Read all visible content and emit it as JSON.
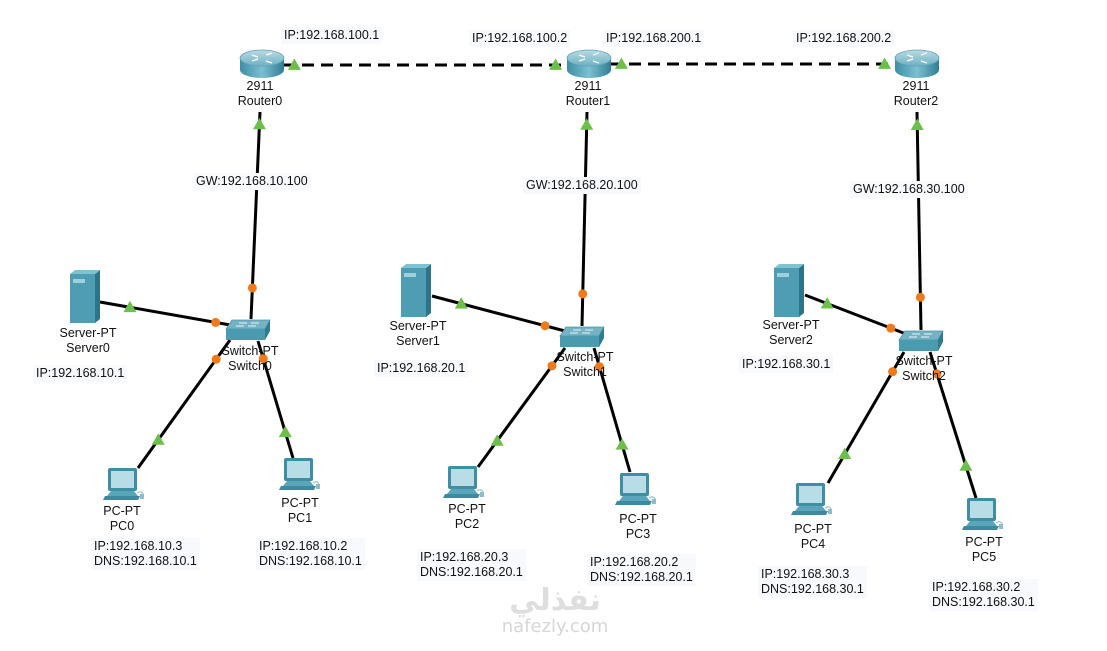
{
  "devices": {
    "routers": [
      {
        "id": "router0",
        "model": "2911",
        "name": "Router0"
      },
      {
        "id": "router1",
        "model": "2911",
        "name": "Router1"
      },
      {
        "id": "router2",
        "model": "2911",
        "name": "Router2"
      }
    ],
    "switches": [
      {
        "id": "switch0",
        "model": "Switch-PT",
        "name": "Switch0"
      },
      {
        "id": "switch1",
        "model": "Switch-PT",
        "name": "Switch1"
      },
      {
        "id": "switch2",
        "model": "Switch-PT",
        "name": "Switch2"
      }
    ],
    "servers": [
      {
        "id": "server0",
        "model": "Server-PT",
        "name": "Server0",
        "ip": "IP:192.168.10.1"
      },
      {
        "id": "server1",
        "model": "Server-PT",
        "name": "Server1",
        "ip": "IP:192.168.20.1"
      },
      {
        "id": "server2",
        "model": "Server-PT",
        "name": "Server2",
        "ip": "IP:192.168.30.1"
      }
    ],
    "pcs": [
      {
        "id": "pc0",
        "model": "PC-PT",
        "name": "PC0",
        "ip": "IP:192.168.10.3",
        "dns": "DNS:192.168.10.1"
      },
      {
        "id": "pc1",
        "model": "PC-PT",
        "name": "PC1",
        "ip": "IP:192.168.10.2",
        "dns": "DNS:192.168.10.1"
      },
      {
        "id": "pc2",
        "model": "PC-PT",
        "name": "PC2",
        "ip": "IP:192.168.20.3",
        "dns": "DNS:192.168.20.1"
      },
      {
        "id": "pc3",
        "model": "PC-PT",
        "name": "PC3",
        "ip": "IP:192.168.20.2",
        "dns": "DNS:192.168.20.1"
      },
      {
        "id": "pc4",
        "model": "PC-PT",
        "name": "PC4",
        "ip": "IP:192.168.30.3",
        "dns": "DNS:192.168.30.1"
      },
      {
        "id": "pc5",
        "model": "PC-PT",
        "name": "PC5",
        "ip": "IP:192.168.30.2",
        "dns": "DNS:192.168.30.1"
      }
    ]
  },
  "wan_labels": {
    "r0_r1_a": "IP:192.168.100.1",
    "r0_r1_b": "IP:192.168.100.2",
    "r1_r2_a": "IP:192.168.200.1",
    "r1_r2_b": "IP:192.168.200.2"
  },
  "gateways": {
    "lan0": "GW:192.168.10.100",
    "lan1": "GW:192.168.20.100",
    "lan2": "GW:192.168.30.100"
  },
  "links": [
    {
      "from": "router0",
      "to": "router1",
      "type": "serial-dashed",
      "status": [
        "up",
        "up"
      ]
    },
    {
      "from": "router1",
      "to": "router2",
      "type": "serial-dashed",
      "status": [
        "up",
        "up"
      ]
    },
    {
      "from": "router0",
      "to": "switch0",
      "type": "straight",
      "status": [
        "up",
        "blocking"
      ]
    },
    {
      "from": "router1",
      "to": "switch1",
      "type": "straight",
      "status": [
        "up",
        "blocking"
      ]
    },
    {
      "from": "router2",
      "to": "switch2",
      "type": "straight",
      "status": [
        "up",
        "blocking"
      ]
    },
    {
      "from": "server0",
      "to": "switch0",
      "type": "straight",
      "status": [
        "up",
        "blocking"
      ]
    },
    {
      "from": "server1",
      "to": "switch1",
      "type": "straight",
      "status": [
        "up",
        "blocking"
      ]
    },
    {
      "from": "server2",
      "to": "switch2",
      "type": "straight",
      "status": [
        "up",
        "blocking"
      ]
    },
    {
      "from": "pc0",
      "to": "switch0",
      "type": "straight",
      "status": [
        "up",
        "blocking"
      ]
    },
    {
      "from": "pc1",
      "to": "switch0",
      "type": "straight",
      "status": [
        "up",
        "blocking"
      ]
    },
    {
      "from": "pc2",
      "to": "switch1",
      "type": "straight",
      "status": [
        "up",
        "blocking"
      ]
    },
    {
      "from": "pc3",
      "to": "switch1",
      "type": "straight",
      "status": [
        "up",
        "blocking"
      ]
    },
    {
      "from": "pc4",
      "to": "switch2",
      "type": "straight",
      "status": [
        "up",
        "blocking"
      ]
    },
    {
      "from": "pc5",
      "to": "switch2",
      "type": "straight",
      "status": [
        "up",
        "blocking"
      ]
    }
  ],
  "colors": {
    "link": "#000000",
    "status_up": "#6cc04a",
    "status_blocking": "#f07a1a",
    "device_body": "#4a9ab0",
    "note_bg": "#f7f9fc"
  },
  "watermark": {
    "arabic": "نفذلي",
    "latin": "nafezly.com"
  }
}
